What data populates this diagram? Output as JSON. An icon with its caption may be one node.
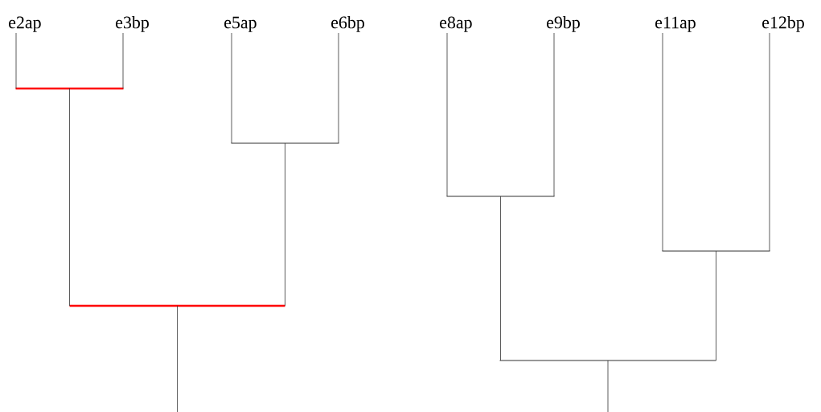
{
  "diagram": {
    "nodes": [
      {
        "text": [
          "e2ap"
        ]
      },
      {
        "text": [
          "e3bp"
        ]
      },
      {
        "text": [
          "e5ap"
        ]
      },
      {
        "text": [
          "e6bp"
        ]
      },
      {
        "text": [
          "e8ap"
        ]
      },
      {
        "text": [
          "e9bp"
        ]
      },
      {
        "text": [
          "e11ap"
        ]
      },
      {
        "text": [
          "e12bp"
        ]
      },
      {
        "text": [],
        "shape": "bar"
      },
      {
        "text": [],
        "shape": "bar"
      },
      {
        "text": [],
        "shape": "bar"
      },
      {
        "text": [],
        "shape": "bar"
      },
      {
        "text": [],
        "shape": "bar"
      },
      {
        "text": [],
        "shape": "bar"
      }
    ],
    "edges": [
      {
        "from": 8,
        "to": 0,
        "arrow": "none"
      },
      {
        "from": 8,
        "to": 1,
        "arrow": "none"
      },
      {
        "from": 9,
        "to": 2,
        "arrow": "none"
      },
      {
        "from": 9,
        "to": 3,
        "arrow": "none"
      },
      {
        "from": 10,
        "to": 8,
        "arrow": "none"
      },
      {
        "from": 10,
        "to": 9,
        "arrow": "none"
      },
      {
        "from": 11,
        "to": 4,
        "arrow": "none"
      },
      {
        "from": 11,
        "to": 5,
        "arrow": "none"
      },
      {
        "from": 12,
        "to": 6,
        "arrow": "none"
      },
      {
        "from": 12,
        "to": 7,
        "arrow": "none"
      },
      {
        "from": 13,
        "to": 11,
        "arrow": "none"
      },
      {
        "from": 13,
        "to": 12,
        "arrow": "none"
      },
      {
        "from": 10,
        "to": null,
        "arrow": "none"
      },
      {
        "from": 13,
        "to": null,
        "arrow": "none"
      }
    ]
  }
}
